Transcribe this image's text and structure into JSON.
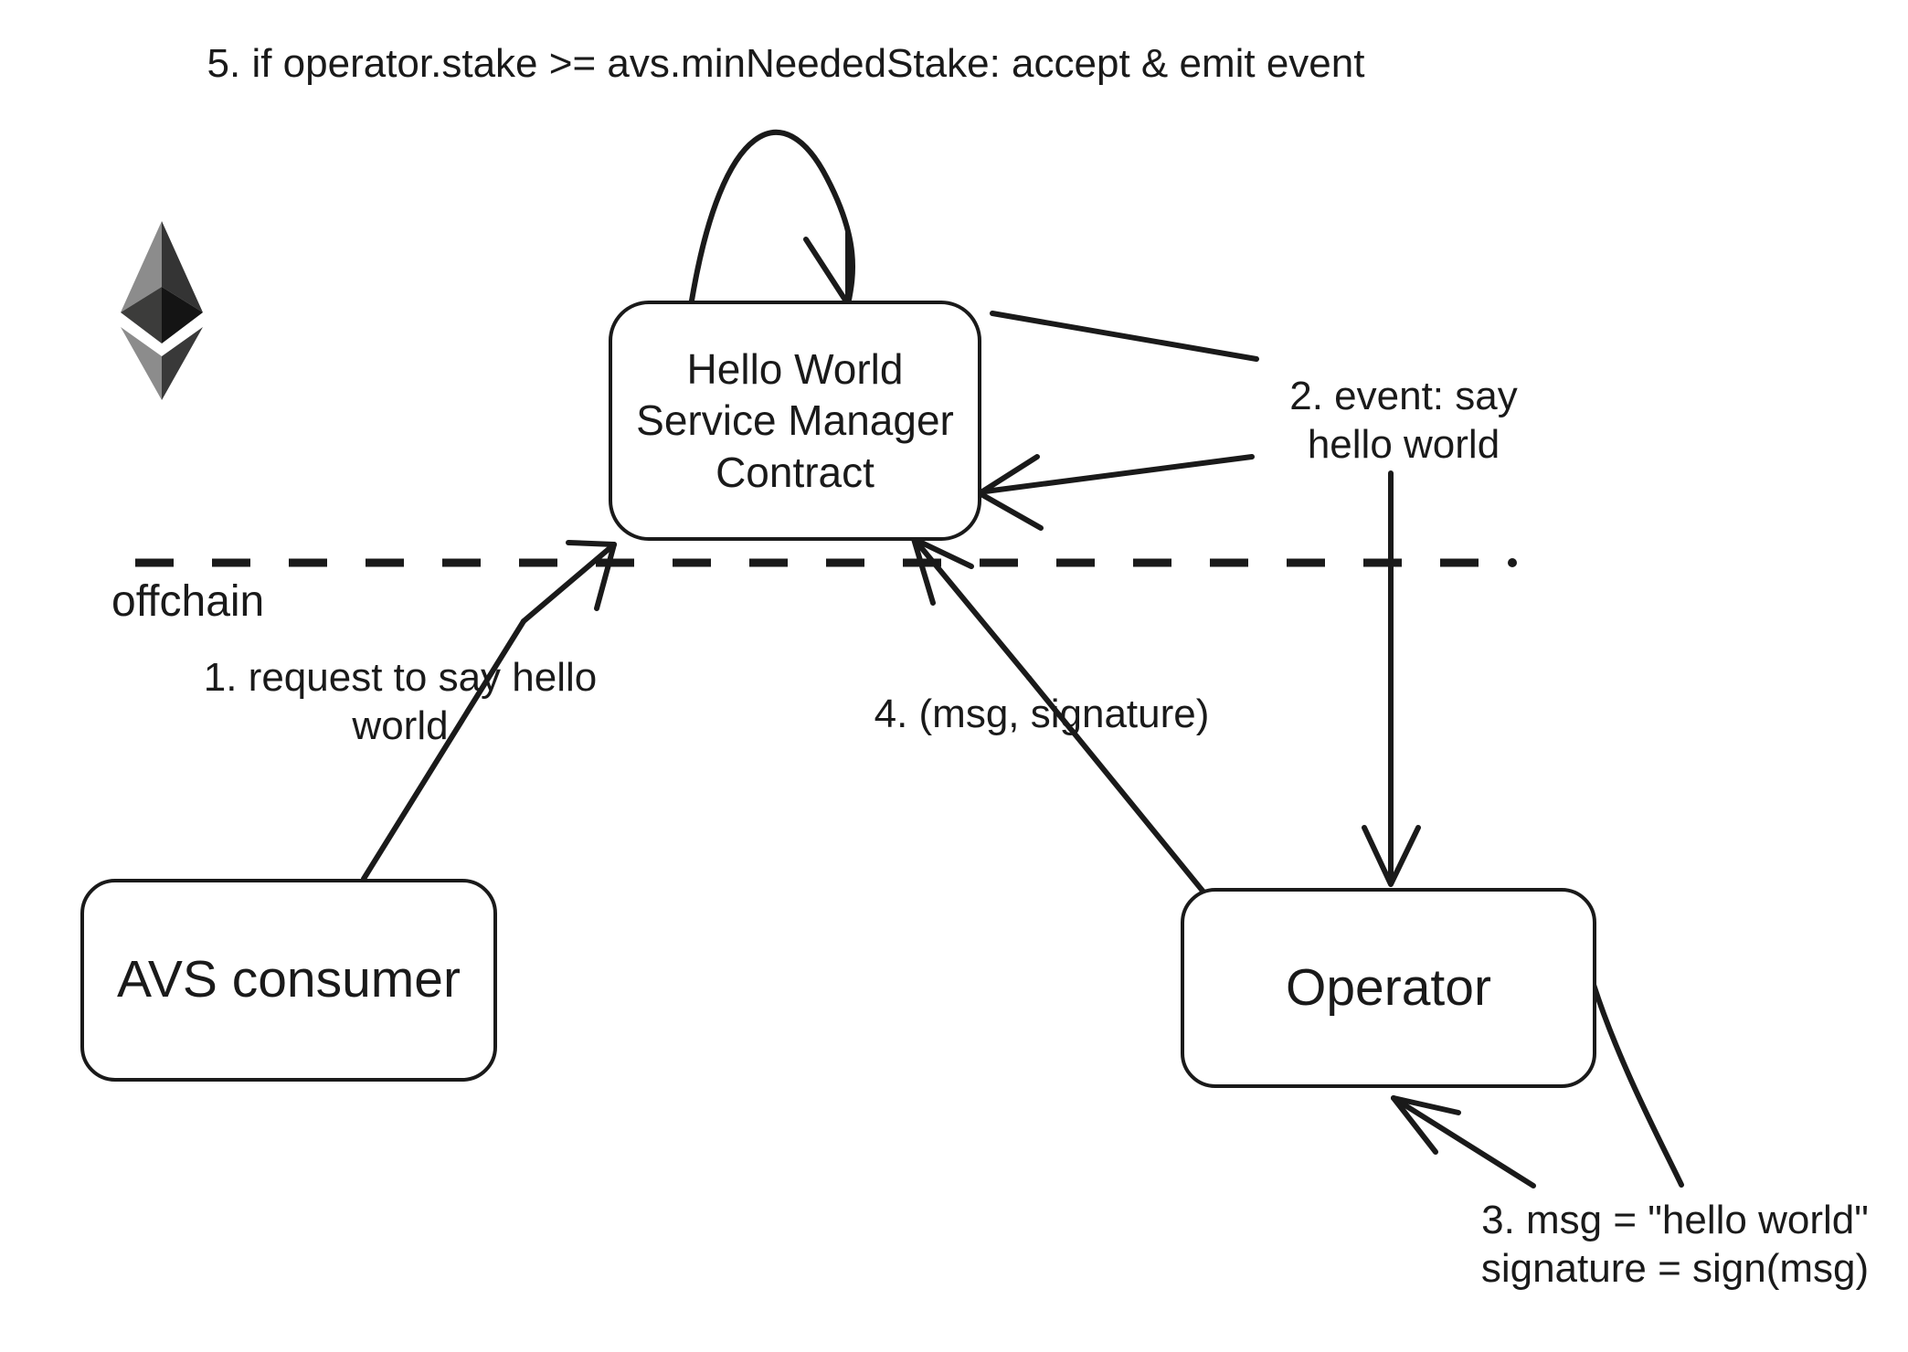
{
  "diagram": {
    "title": "EigenLayer Hello World AVS flow",
    "background_color": "#ffffff",
    "stroke_color": "#1a1a1a",
    "boundary": {
      "label": "offchain",
      "style": "dashed-horizontal-line"
    },
    "nodes": [
      {
        "id": "service-manager",
        "label": "Hello World\nService Manager\nContract",
        "shape": "rounded-rectangle"
      },
      {
        "id": "avs-consumer",
        "label": "AVS consumer",
        "shape": "rounded-rectangle"
      },
      {
        "id": "operator",
        "label": "Operator",
        "shape": "rounded-rectangle"
      }
    ],
    "logo": {
      "name": "ethereum-logo",
      "colors": {
        "top_left": "#8c8c8c",
        "top_right": "#343434",
        "mid_left": "#3c3c3b",
        "mid_right": "#141414",
        "bottom_left": "#8c8c8c",
        "bottom_right": "#393939"
      }
    },
    "edges": [
      {
        "id": "step1",
        "label": "1. request to say hello\nworld",
        "from": "avs-consumer",
        "to": "service-manager"
      },
      {
        "id": "step2",
        "label": "2. event: say\nhello world",
        "from": "service-manager",
        "to": "operator"
      },
      {
        "id": "step3",
        "label": "3. msg = \"hello world\"\nsignature = sign(msg)",
        "from": "operator",
        "to": "operator"
      },
      {
        "id": "step4",
        "label": "4. (msg, signature)",
        "from": "operator",
        "to": "service-manager"
      },
      {
        "id": "step5",
        "label": "5. if operator.stake >= avs.minNeededStake: accept & emit event",
        "from": "service-manager",
        "to": "service-manager"
      }
    ]
  }
}
